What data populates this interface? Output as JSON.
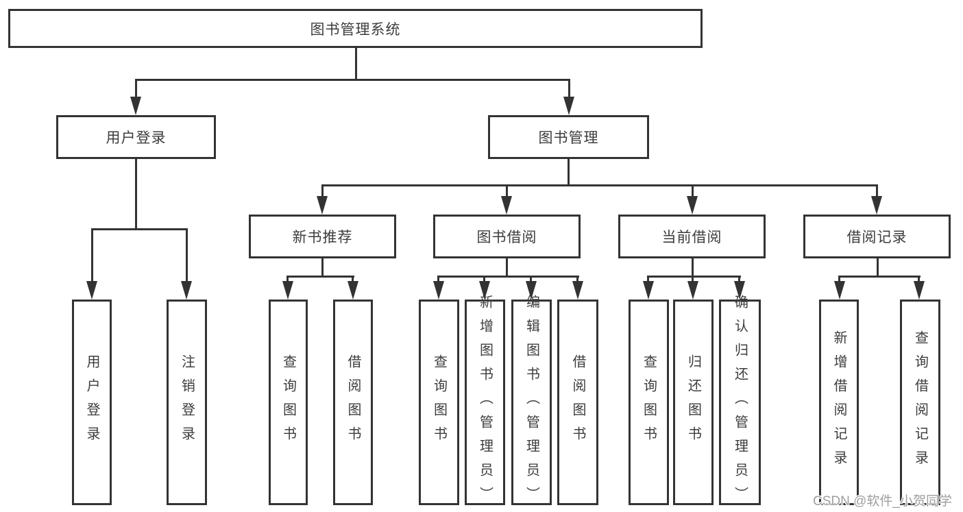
{
  "diagram": {
    "root": {
      "label": "图书管理系统"
    },
    "level2": [
      {
        "id": "user-login",
        "label": "用户登录"
      },
      {
        "id": "book-management",
        "label": "图书管理"
      }
    ],
    "level3": [
      {
        "id": "new-book-recommend",
        "label": "新书推荐",
        "parent": "图书管理"
      },
      {
        "id": "book-borrow",
        "label": "图书借阅",
        "parent": "图书管理"
      },
      {
        "id": "current-borrow",
        "label": "当前借阅",
        "parent": "图书管理"
      },
      {
        "id": "borrow-records",
        "label": "借阅记录",
        "parent": "图书管理"
      }
    ],
    "leaves": [
      {
        "id": "user-login-leaf",
        "label": "用户登录",
        "parent": "用户登录"
      },
      {
        "id": "logout",
        "label": "注销登录",
        "parent": "用户登录"
      },
      {
        "id": "query-books-recommend",
        "label": "查询图书",
        "parent": "新书推荐"
      },
      {
        "id": "borrow-books-recommend",
        "label": "借阅图书",
        "parent": "新书推荐"
      },
      {
        "id": "query-books-borrow",
        "label": "查询图书",
        "parent": "图书借阅"
      },
      {
        "id": "add-books-admin",
        "label": "新增图书（管理员）",
        "parent": "图书借阅"
      },
      {
        "id": "edit-books-admin",
        "label": "编辑图书（管理员）",
        "parent": "图书借阅"
      },
      {
        "id": "borrow-books",
        "label": "借阅图书",
        "parent": "图书借阅"
      },
      {
        "id": "query-books-current",
        "label": "查询图书",
        "parent": "当前借阅"
      },
      {
        "id": "return-books",
        "label": "归还图书",
        "parent": "当前借阅"
      },
      {
        "id": "confirm-return-admin",
        "label": "确认归还（管理员）",
        "parent": "当前借阅"
      },
      {
        "id": "add-borrow-record",
        "label": "新增借阅记录",
        "parent": "借阅记录"
      },
      {
        "id": "query-borrow-record",
        "label": "查询借阅记录",
        "parent": "借阅记录"
      }
    ],
    "watermark": "CSDN @软件_小贺同学",
    "colors": {
      "line": "#333333",
      "text": "#3c3c3c",
      "background": "#ffffff",
      "watermark": "#9e9e9e"
    }
  }
}
